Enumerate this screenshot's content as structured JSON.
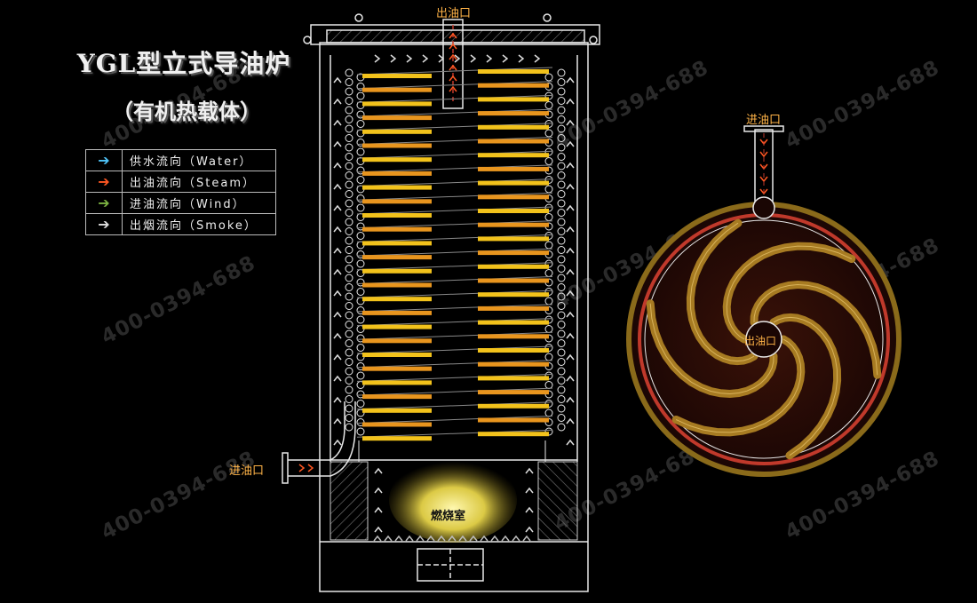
{
  "title": "YGL型立式导油炉",
  "subtitle": "（有机热载体）",
  "legend": [
    {
      "label": "供水流向（Water）",
      "icon": "arrow-right-icon",
      "color": "#4fc3f7"
    },
    {
      "label": "出油流向（Steam）",
      "icon": "arrow-right-icon",
      "color": "#ff5722"
    },
    {
      "label": "进油流向（Wind）",
      "icon": "arrow-right-icon",
      "color": "#7cb342"
    },
    {
      "label": "出烟流向（Smoke）",
      "icon": "arrow-right-icon",
      "color": "#e0e0e0"
    }
  ],
  "labels": {
    "top_outlet": "出油口",
    "side_inlet": "进油口",
    "combustion": "燃烧室",
    "coil_inlet": "进油口",
    "coil_outlet": "出油口"
  },
  "watermark": "400-0394-688",
  "colors": {
    "coil_yellow": "#f2c21b",
    "coil_orange": "#e8951e",
    "flame": "#f4e04d",
    "line": "#e8e8e8",
    "label": "#ffb347",
    "spiral": "#a77b22",
    "ring_red": "#c0392b"
  }
}
